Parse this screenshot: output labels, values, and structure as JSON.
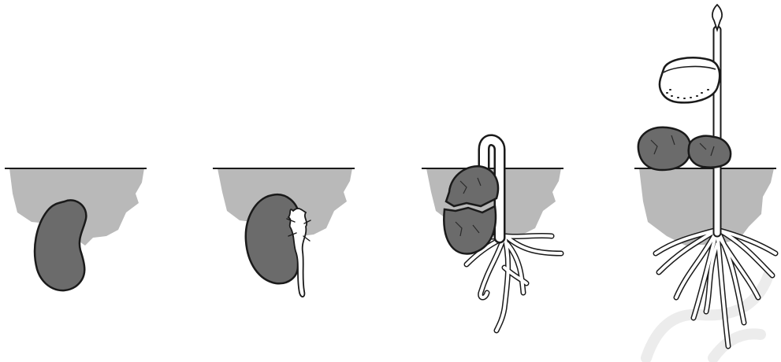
{
  "diagram": {
    "stages": [
      {
        "name": "seed"
      },
      {
        "name": "radicle-emerging"
      },
      {
        "name": "hypocotyl-hook"
      },
      {
        "name": "seedling"
      }
    ],
    "colors": {
      "soil": "#b9b9b9",
      "seed": "#6b6b6b",
      "outline": "#1a1a1a",
      "root": "#ffffff",
      "background": "#ffffff",
      "watermark": "#ececec"
    }
  }
}
